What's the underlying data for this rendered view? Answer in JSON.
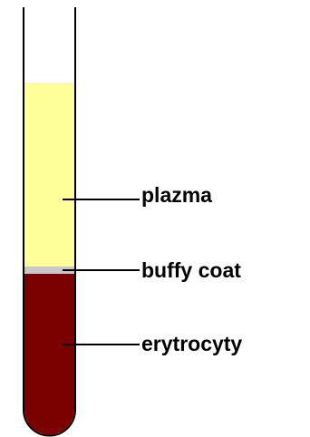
{
  "labels": {
    "plasma": "plazma",
    "buffy_coat": "buffy coat",
    "erythrocytes": "erytrocyty"
  },
  "colors": {
    "plasma": "#ffff99",
    "buffy_coat": "#c8c8c8",
    "erythrocytes": "#7b0000",
    "tube_outline": "#000000",
    "background": "#ffffff"
  }
}
